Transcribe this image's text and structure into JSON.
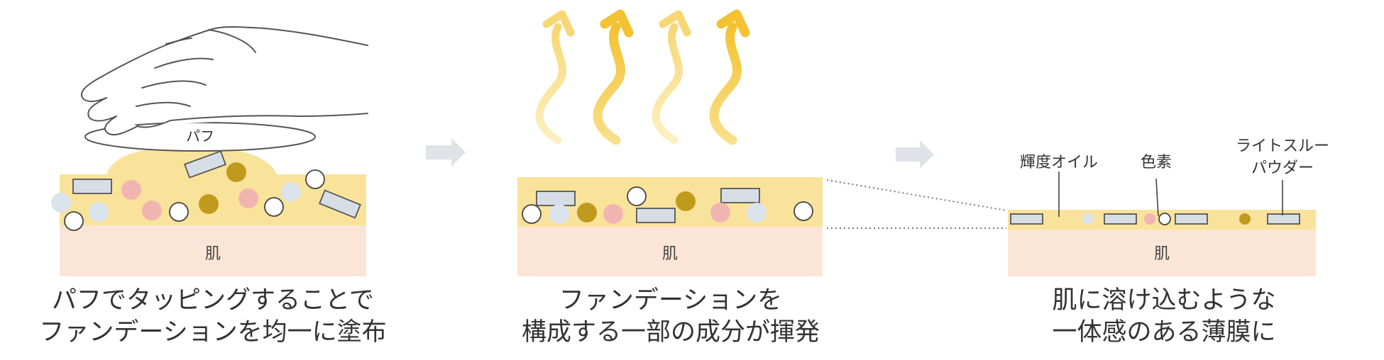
{
  "labels": {
    "puff": "パフ",
    "skin1": "肌",
    "skin2": "肌",
    "skin3": "肌",
    "brightness_oil": "輝度オイル",
    "pigment": "色素",
    "light_through_line1": "ライトスルー",
    "light_through_line2": "パウダー"
  },
  "captions": {
    "step1_line1": "パフでタッピングすることで",
    "step1_line2": "ファンデーションを均一に塗布",
    "step2_line1": "ファンデーションを",
    "step2_line2": "構成する一部の成分が揮発",
    "step3_line1": "肌に溶け込むような",
    "step3_line2": "一体感のある薄膜に"
  },
  "colors": {
    "foundation": "#f9e39b",
    "skin": "#fbe5d6",
    "gold": "#c09a1c",
    "pink": "#f1b5b1",
    "light_blue": "#dbe3ec",
    "arrow": "#dfe3e8",
    "vapor_light": "#fbe8a8",
    "vapor_dark": "#f4c63d"
  }
}
